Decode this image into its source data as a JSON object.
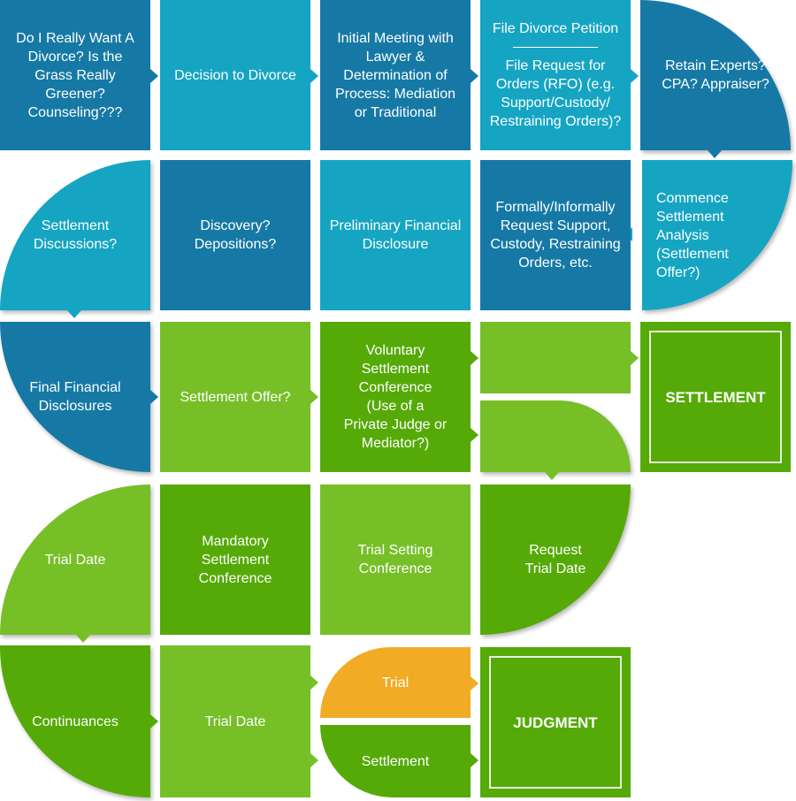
{
  "colors": {
    "blue_dark": "#1679a5",
    "blue_light": "#15a5c3",
    "green_light": "#76bf27",
    "green_dark": "#55aa08",
    "orange": "#f1ab25"
  },
  "steps": {
    "r1_question": "Do I Really Want A Divorce? Is the Grass Really Greener? Counseling???",
    "r1_decision": "Decision to Divorce",
    "r1_meeting": "Initial Meeting with Lawyer & Determination of Process: Mediation or Traditional",
    "r1_file_petition": "File Divorce Petition",
    "r1_file_rfo": "File Request for Orders (RFO) (e.g. Support/Custody/ Restraining Orders)?",
    "r1_experts": "Retain Experts? CPA? Appraiser?",
    "r2_settlement_analysis": "Commence Settlement Analysis (Settlement Offer?)",
    "r2_request_support": "Formally/Informally Request Support, Custody, Restraining Orders, etc.",
    "r2_preliminary": "Preliminary Financial Disclosure",
    "r2_discovery": "Discovery? Depositions?",
    "r2_settlement_discussions": "Settlement Discussions?",
    "r3_final_disclosures": "Final Financial Disclosures",
    "r3_settlement_offer": "Settlement Offer?",
    "r3_voluntary": "Voluntary Settlement Conference (Use of a Private Judge or Mediator?)",
    "r3_settlement_result": "SETTLEMENT",
    "r4_request_trial": "Request Trial Date",
    "r4_trial_setting": "Trial Setting Conference",
    "r4_mandatory": "Mandatory Settlement Conference",
    "r4_trial_date": "Trial Date",
    "r5_continuances": "Continuances",
    "r5_trial_date": "Trial Date",
    "r5_trial": "Trial",
    "r5_settlement": "Settlement",
    "r5_judgment": "JUDGMENT"
  }
}
